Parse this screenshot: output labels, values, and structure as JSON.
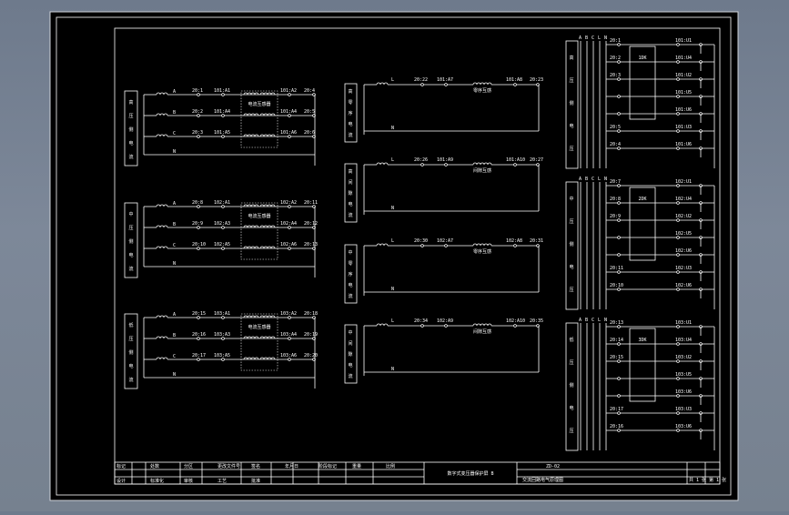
{
  "colors": {
    "background": "#000000",
    "lines": "#ffffff",
    "frame": "#ffffff",
    "outer": "#7a8596"
  },
  "left_panels": [
    {
      "side_label": [
        "高",
        "压",
        "侧",
        "电",
        "流"
      ],
      "phases": [
        {
          "name": "A",
          "t1": "20:1",
          "t2": "101:A1",
          "t3": "101:A2",
          "t4": "20:4"
        },
        {
          "name": "B",
          "t1": "20:2",
          "t2": "101:A4",
          "t3": "101:A4",
          "t4": "20:5"
        },
        {
          "name": "C",
          "t1": "20:3",
          "t2": "101:A5",
          "t3": "101:A6",
          "t4": "20:6"
        }
      ],
      "neutral": "N",
      "box_label": "电流互感器"
    },
    {
      "side_label": [
        "中",
        "压",
        "侧",
        "电",
        "流"
      ],
      "phases": [
        {
          "name": "A",
          "t1": "20:8",
          "t2": "102:A1",
          "t3": "102:A2",
          "t4": "20:11"
        },
        {
          "name": "B",
          "t1": "20:9",
          "t2": "102:A3",
          "t3": "102:A4",
          "t4": "20:12"
        },
        {
          "name": "C",
          "t1": "20:10",
          "t2": "102:A5",
          "t3": "102:A6",
          "t4": "20:13"
        }
      ],
      "neutral": "N",
      "box_label": "电流互感器"
    },
    {
      "side_label": [
        "低",
        "压",
        "侧",
        "电",
        "流"
      ],
      "phases": [
        {
          "name": "A",
          "t1": "20:15",
          "t2": "103:A1",
          "t3": "103:A2",
          "t4": "20:18"
        },
        {
          "name": "B",
          "t1": "20:16",
          "t2": "103:A3",
          "t3": "103:A4",
          "t4": "20:19"
        },
        {
          "name": "C",
          "t1": "20:17",
          "t2": "103:A5",
          "t3": "103:A6",
          "t4": "20:20"
        }
      ],
      "neutral": "N",
      "box_label": "电流互感器"
    }
  ],
  "mid_panels": [
    {
      "side_label": [
        "高",
        "零",
        "序",
        "电",
        "流"
      ],
      "L": "L",
      "t1": "20:22",
      "t2": "101:A7",
      "mid": "零序互感",
      "t3": "101:A8",
      "t4": "20:23",
      "N": "N"
    },
    {
      "side_label": [
        "高",
        "间",
        "隙",
        "电",
        "流"
      ],
      "L": "L",
      "t1": "20:26",
      "t2": "101:A9",
      "mid": "间隙互感",
      "t3": "101:A10",
      "t4": "20:27",
      "N": "N"
    },
    {
      "side_label": [
        "中",
        "零",
        "序",
        "电",
        "流"
      ],
      "L": "L",
      "t1": "20:30",
      "t2": "102:A7",
      "mid": "零序互感",
      "t3": "102:A8",
      "t4": "20:31",
      "N": "N"
    },
    {
      "side_label": [
        "中",
        "间",
        "隙",
        "电",
        "流"
      ],
      "L": "L",
      "t1": "20:34",
      "t2": "102:A9",
      "mid": "间隙互感",
      "t3": "102:A10",
      "t4": "20:35",
      "N": "N"
    }
  ],
  "right_panels": [
    {
      "side_label": [
        "高",
        "压",
        "侧",
        "电",
        "压"
      ],
      "bus": [
        "A",
        "B",
        "C",
        "L",
        "N"
      ],
      "rows": [
        {
          "t": "20:1",
          "r": "101:U1"
        },
        {
          "t": "20:2",
          "r": "101:U4"
        },
        {
          "t": "20:3",
          "r": "101:U2"
        },
        {
          "t": "",
          "r": "101:U5"
        },
        {
          "t": "",
          "r": "101:U6"
        },
        {
          "t": "20:5",
          "r": "101:U3"
        },
        {
          "t": "20:4",
          "r": "101:U6"
        }
      ],
      "switch": "1DK"
    },
    {
      "side_label": [
        "中",
        "压",
        "侧",
        "电",
        "压"
      ],
      "bus": [
        "A",
        "B",
        "C",
        "L",
        "N"
      ],
      "rows": [
        {
          "t": "20:7",
          "r": "102:U1"
        },
        {
          "t": "20:8",
          "r": "102:U4"
        },
        {
          "t": "20:9",
          "r": "102:U2"
        },
        {
          "t": "",
          "r": "102:U5"
        },
        {
          "t": "",
          "r": "102:U6"
        },
        {
          "t": "20:11",
          "r": "102:U3"
        },
        {
          "t": "20:10",
          "r": "102:U6"
        }
      ],
      "switch": "2DK"
    },
    {
      "side_label": [
        "低",
        "压",
        "侧",
        "电",
        "压"
      ],
      "bus": [
        "A",
        "B",
        "C",
        "L",
        "N"
      ],
      "rows": [
        {
          "t": "20:13",
          "r": "103:U1"
        },
        {
          "t": "20:14",
          "r": "103:U4"
        },
        {
          "t": "20:15",
          "r": "103:U2"
        },
        {
          "t": "",
          "r": "103:U5"
        },
        {
          "t": "",
          "r": "103:U6"
        },
        {
          "t": "20:17",
          "r": "103:U3"
        },
        {
          "t": "20:16",
          "r": "103:U6"
        }
      ],
      "switch": "3DK"
    }
  ],
  "title_block": {
    "drawing_title": "数字式变压器保护屏 B",
    "drawing_no": "ZD-02",
    "drawing_name": "交流回路电气原理图",
    "cells_top": [
      "标记",
      "处数",
      "分区",
      "更改文件号",
      "签名",
      "年月日",
      "阶段标记",
      "重量",
      "比例"
    ],
    "cells_bottom": [
      "设计",
      "标准化",
      "审核",
      "工艺",
      "批准"
    ],
    "sheet": "共 1 张  第 1 张"
  }
}
